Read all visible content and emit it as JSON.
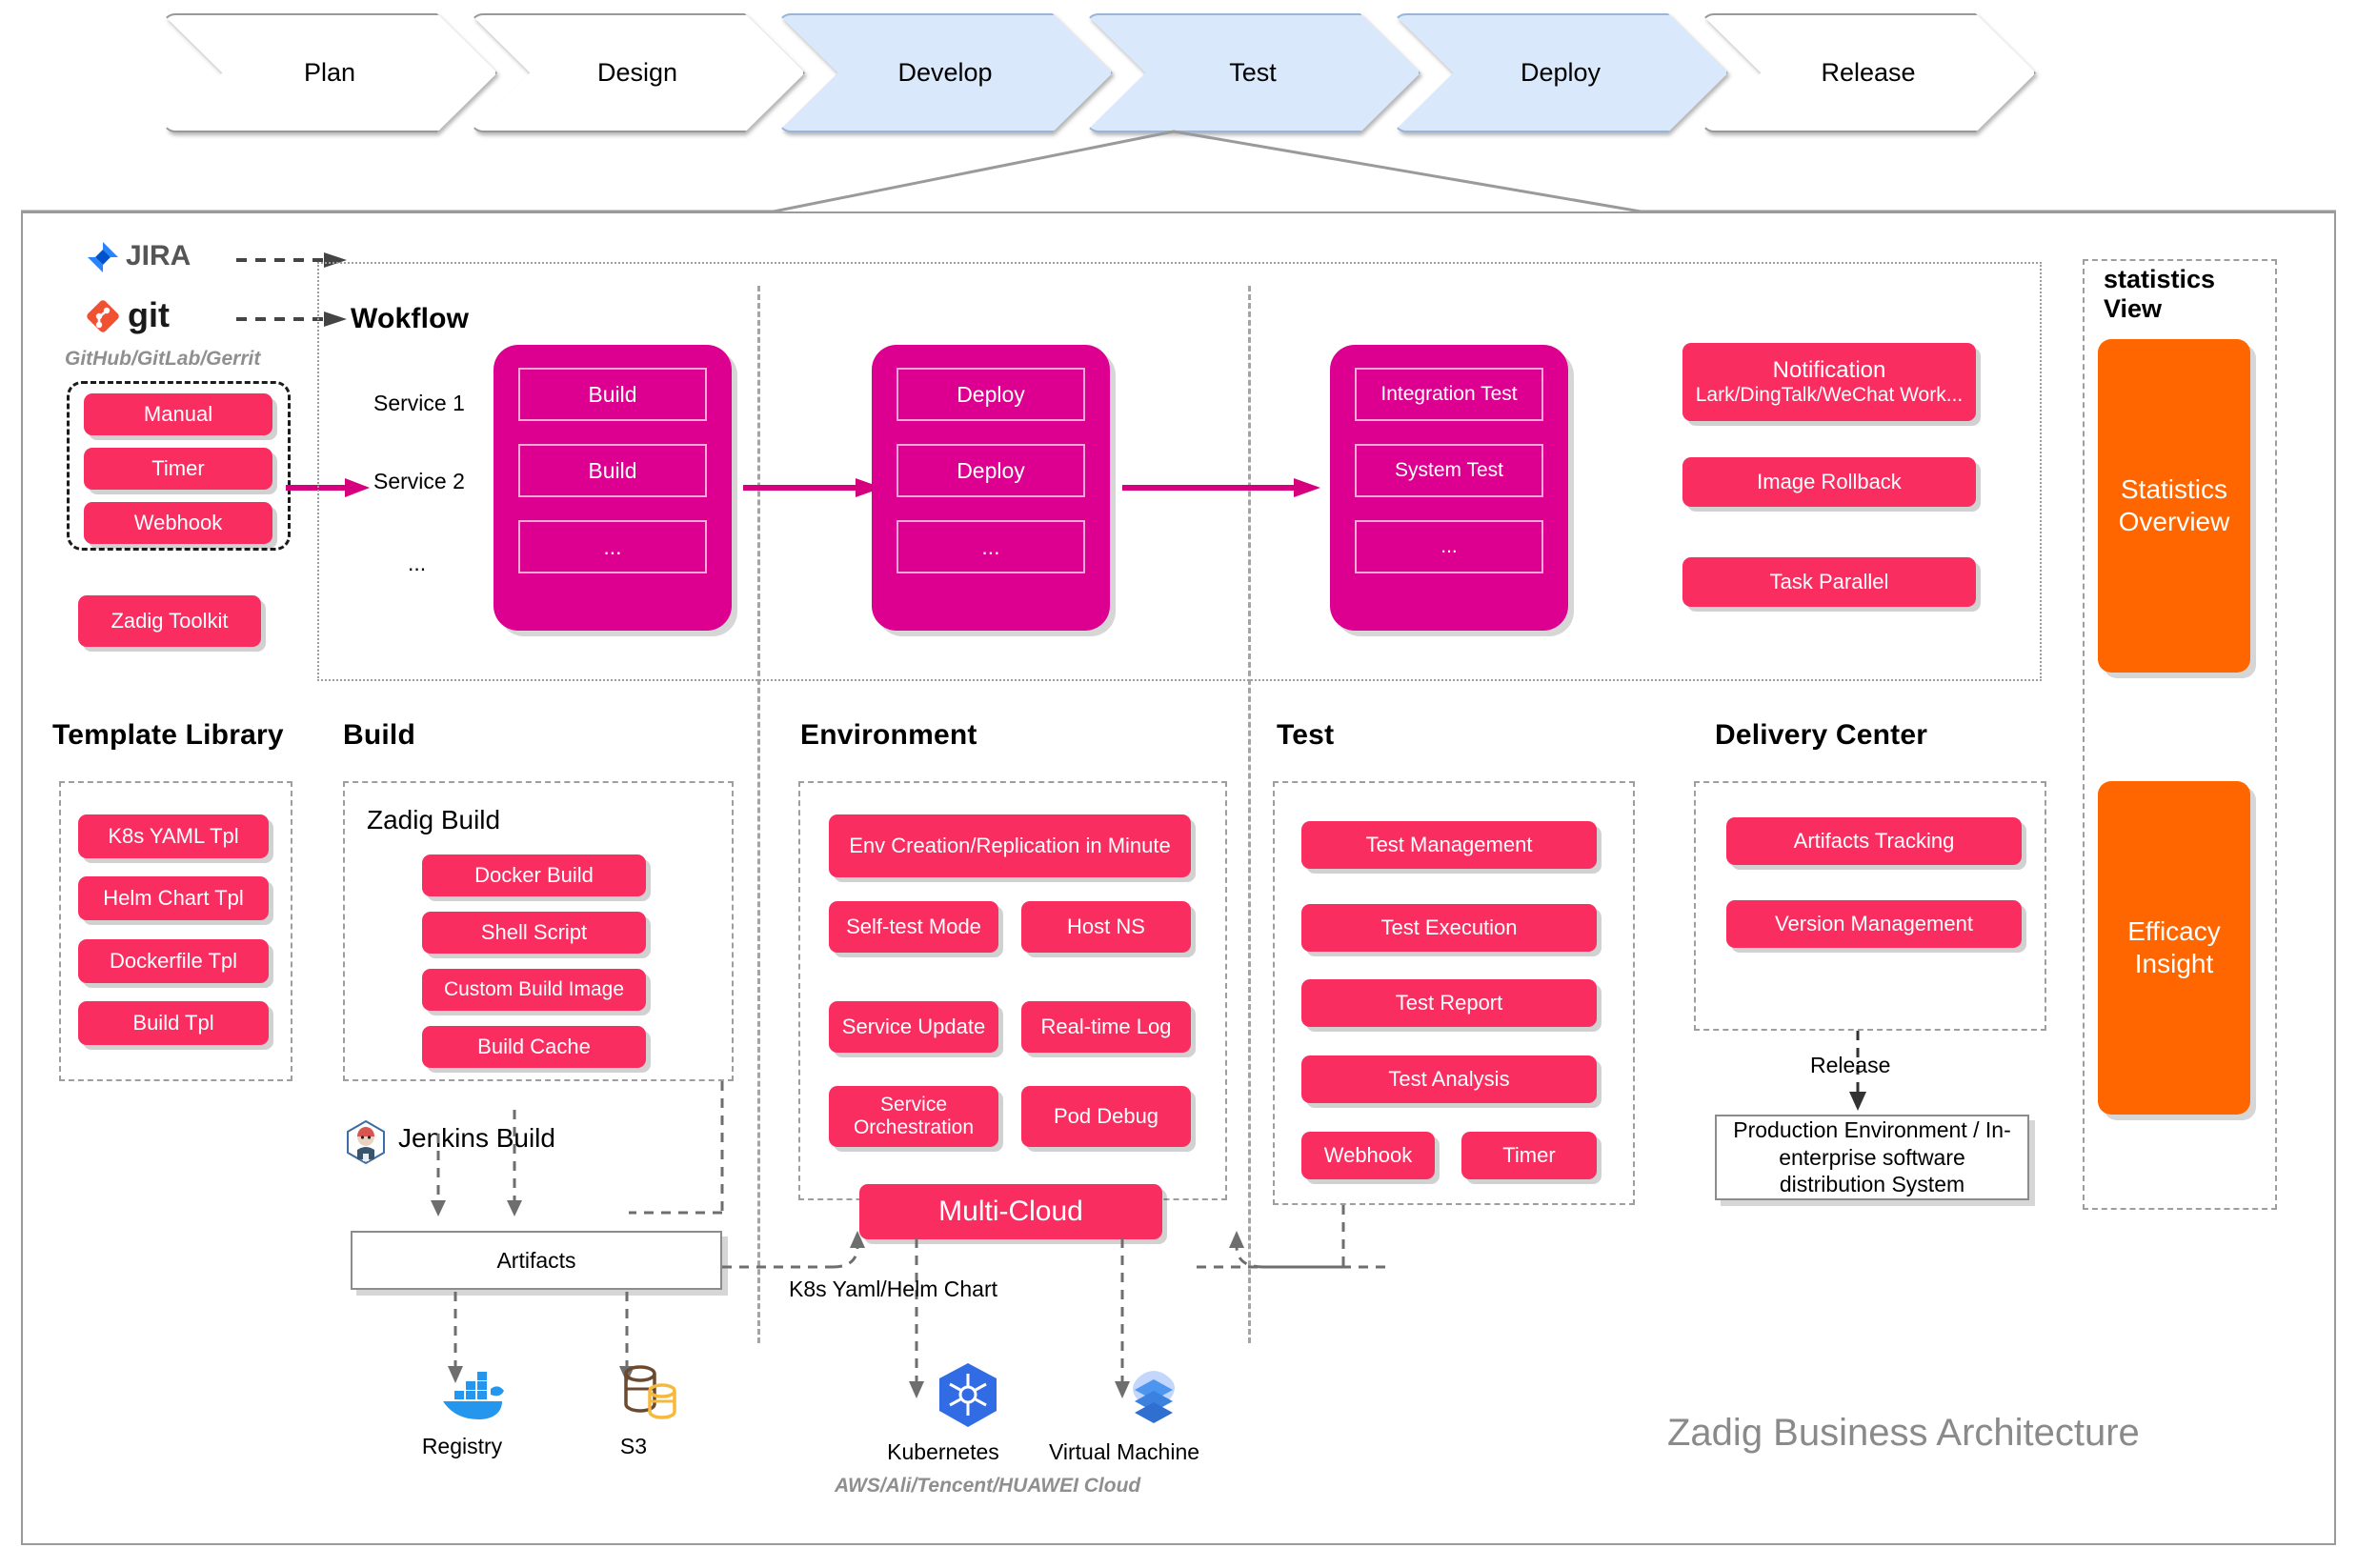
{
  "pipeline": {
    "stages": [
      {
        "label": "Plan",
        "active": false
      },
      {
        "label": "Design",
        "active": false
      },
      {
        "label": "Develop",
        "active": true
      },
      {
        "label": "Test",
        "active": true
      },
      {
        "label": "Deploy",
        "active": true
      },
      {
        "label": "Release",
        "active": false
      }
    ]
  },
  "sources": {
    "jira_label": "JIRA",
    "git_label": "git",
    "scm_caption": "GitHub/GitLab/Gerrit",
    "triggers": [
      "Manual",
      "Timer",
      "Webhook"
    ],
    "toolkit": "Zadig Toolkit"
  },
  "workflow": {
    "title": "Wokflow",
    "rows": [
      "Service 1",
      "Service 2",
      "..."
    ],
    "build_card": [
      "Build",
      "Build",
      "..."
    ],
    "deploy_card": [
      "Deploy",
      "Deploy",
      "..."
    ],
    "test_card": [
      "Integration Test",
      "System Test",
      "..."
    ],
    "extras": [
      {
        "title": "Notification",
        "sub": "Lark/DingTalk/WeChat Work..."
      },
      {
        "title": "Image Rollback",
        "sub": ""
      },
      {
        "title": "Task Parallel",
        "sub": ""
      }
    ]
  },
  "statistics": {
    "heading_line1": "statistics",
    "heading_line2": "View",
    "cards": [
      "Statistics Overview",
      "Efficacy Insight"
    ]
  },
  "template_library": {
    "heading": "Template Library",
    "items": [
      "K8s YAML Tpl",
      "Helm Chart Tpl",
      "Dockerfile Tpl",
      "Build Tpl"
    ]
  },
  "build": {
    "heading": "Build",
    "group_label": "Zadig Build",
    "items": [
      "Docker Build",
      "Shell Script",
      "Custom Build Image",
      "Build Cache"
    ],
    "jenkins_label": "Jenkins Build",
    "artifacts_label": "Artifacts",
    "registry_label": "Registry",
    "s3_label": "S3"
  },
  "environment": {
    "heading": "Environment",
    "wide_item": "Env Creation/Replication in Minute",
    "grid_items": [
      "Self-test Mode",
      "Host NS",
      "Service Update",
      "Real-time Log",
      "Service Orchestration",
      "Pod Debug"
    ],
    "multicloud": "Multi-Cloud",
    "chart_label": "K8s Yaml/Helm Chart",
    "kubernetes_label": "Kubernetes",
    "vm_label": "Virtual Machine",
    "cloud_caption": "AWS/Ali/Tencent/HUAWEI Cloud"
  },
  "test": {
    "heading": "Test",
    "items": [
      "Test Management",
      "Test Execution",
      "Test Report",
      "Test Analysis"
    ],
    "bottom_items": [
      "Webhook",
      "Timer"
    ]
  },
  "delivery": {
    "heading": "Delivery Center",
    "items": [
      "Artifacts Tracking",
      "Version Management"
    ],
    "release_label": "Release",
    "production_box": "Production Environment / In-enterprise software distribution System"
  },
  "footer": {
    "title": "Zadig Business Architecture"
  },
  "colors": {
    "pill": "#fa2d60",
    "card": "#dd0090",
    "orange": "#ff6600",
    "stage_active": "#dae8fc",
    "arrow": "#d6007f"
  }
}
